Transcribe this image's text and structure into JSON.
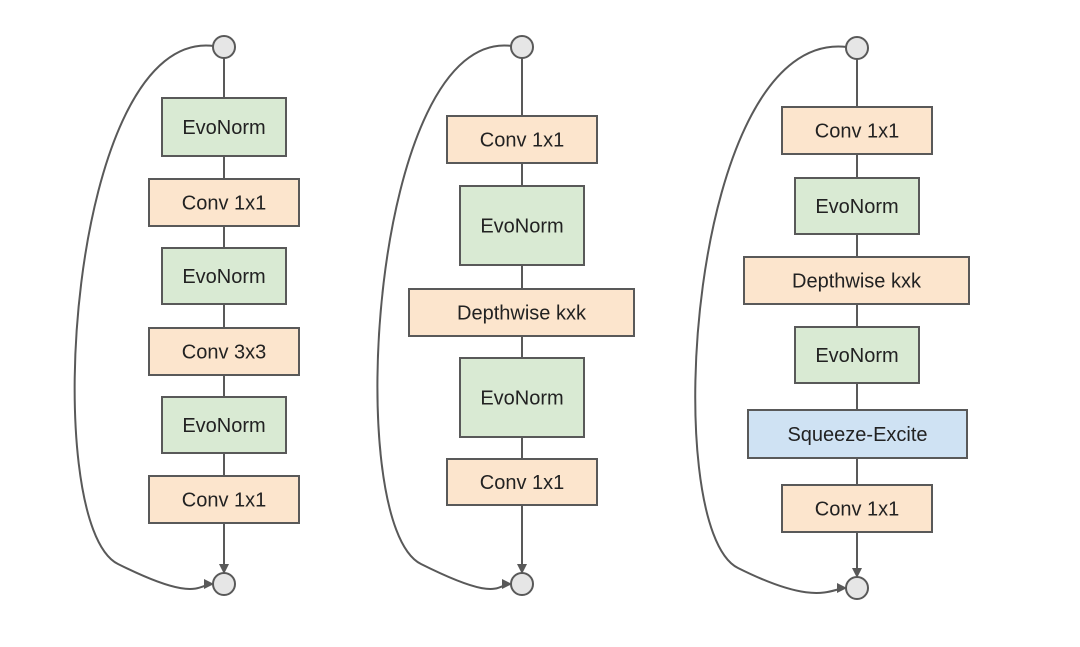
{
  "colors": {
    "evonorm": "#d9ead3",
    "conv": "#fce5cd",
    "squeeze_excite": "#cfe2f3",
    "stroke": "#595959",
    "node_fill": "#e6e6e6"
  },
  "columns": [
    {
      "blocks": [
        {
          "label": "EvoNorm",
          "kind": "evonorm"
        },
        {
          "label": "Conv 1x1",
          "kind": "conv"
        },
        {
          "label": "EvoNorm",
          "kind": "evonorm"
        },
        {
          "label": "Conv 3x3",
          "kind": "conv"
        },
        {
          "label": "EvoNorm",
          "kind": "evonorm"
        },
        {
          "label": "Conv 1x1",
          "kind": "conv"
        }
      ]
    },
    {
      "blocks": [
        {
          "label": "Conv 1x1",
          "kind": "conv"
        },
        {
          "label": "EvoNorm",
          "kind": "evonorm"
        },
        {
          "label": "Depthwise kxk",
          "kind": "conv"
        },
        {
          "label": "EvoNorm",
          "kind": "evonorm"
        },
        {
          "label": "Conv 1x1",
          "kind": "conv"
        }
      ]
    },
    {
      "blocks": [
        {
          "label": "Conv 1x1",
          "kind": "conv"
        },
        {
          "label": "EvoNorm",
          "kind": "evonorm"
        },
        {
          "label": "Depthwise kxk",
          "kind": "conv"
        },
        {
          "label": "EvoNorm",
          "kind": "evonorm"
        },
        {
          "label": "Squeeze-Excite",
          "kind": "squeeze_excite"
        },
        {
          "label": "Conv 1x1",
          "kind": "conv"
        }
      ]
    }
  ]
}
